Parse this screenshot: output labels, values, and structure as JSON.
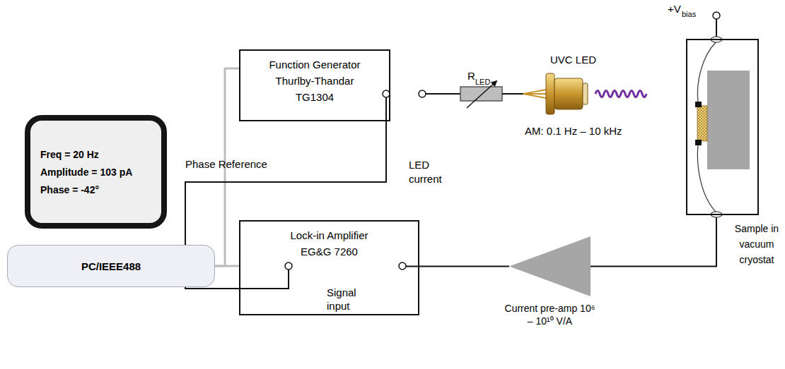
{
  "diagram": {
    "nodes": [
      {
        "text": [
          "Freq = 20 Hz",
          "Amplitude = 103 pA",
          "Phase = -42°"
        ]
      },
      {
        "text": [
          "PC/IEEE488"
        ]
      },
      {
        "text": [
          "Function Generator Thurlby-Thandar TG1304"
        ]
      },
      {
        "text": [
          "Lock-in Amplifier EG&G 7260"
        ]
      },
      {
        "text": [
          "Current pre-amp 10⁶ – 10¹⁰ V/A"
        ]
      },
      {
        "text": [
          "Sample in vacuum cryostat"
        ]
      }
    ],
    "edges": [
      {
        "from": 1,
        "to": 2,
        "arrow": "none"
      },
      {
        "from": 1,
        "to": 3,
        "arrow": "none"
      },
      {
        "from": 2,
        "to": 3,
        "arrow": "none"
      },
      {
        "from": 4,
        "to": 3,
        "arrow": "none"
      },
      {
        "from": 5,
        "to": 4,
        "arrow": "none"
      }
    ],
    "labels": [
      "Phase Reference",
      "LED current",
      "R",
      "LED",
      "UVC LED",
      "AM: 0.1 Hz – 10 kHz",
      "+V",
      "bias",
      "Signal input"
    ]
  }
}
